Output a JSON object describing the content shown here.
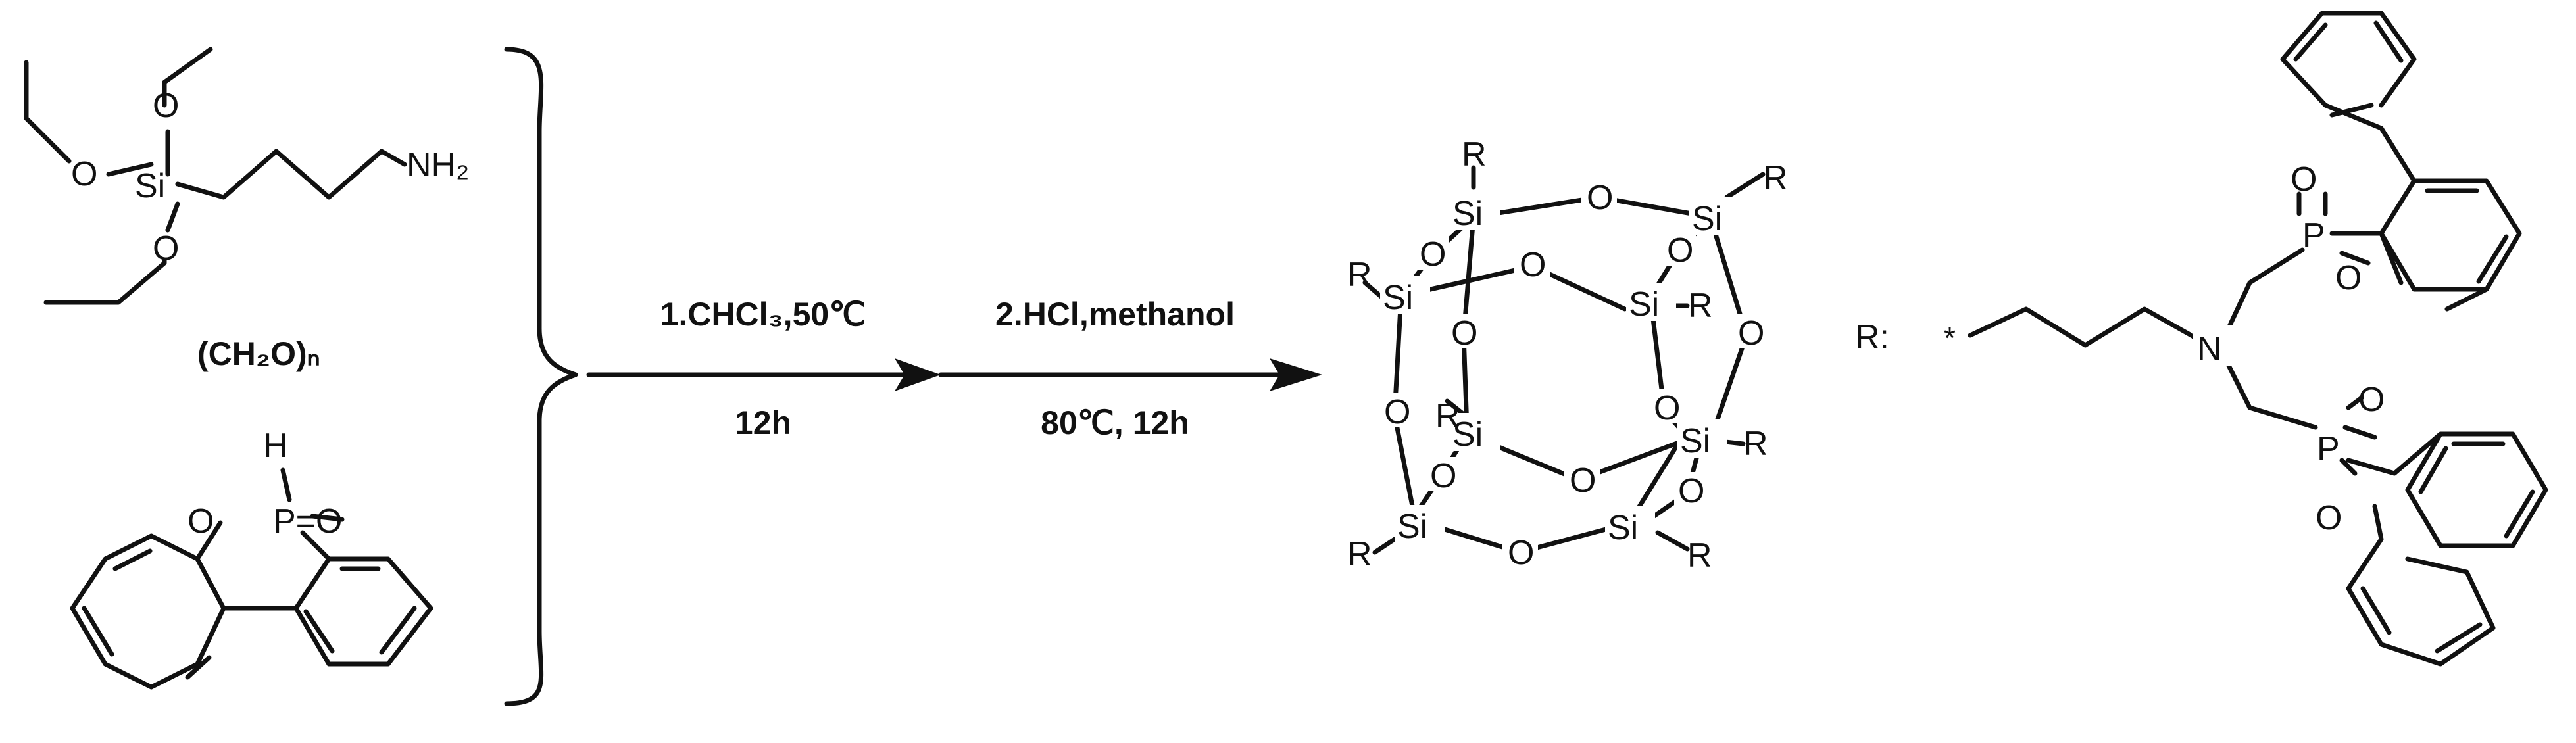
{
  "atoms": {
    "o": "O",
    "si": "Si",
    "p": "P",
    "h": "H",
    "n": "N",
    "r": "R",
    "nh2": "NH₂",
    "p_oxo": "P=O",
    "star": "*"
  },
  "reagents": {
    "paraformaldehyde": "(CH₂O)ₙ"
  },
  "conditions": {
    "step1_top": "1.CHCl₃,50℃",
    "step1_bottom": "12h",
    "step2_top": "2.HCl,methanol",
    "step2_bottom": "80℃, 12h"
  },
  "substituent": {
    "label": "R:"
  }
}
